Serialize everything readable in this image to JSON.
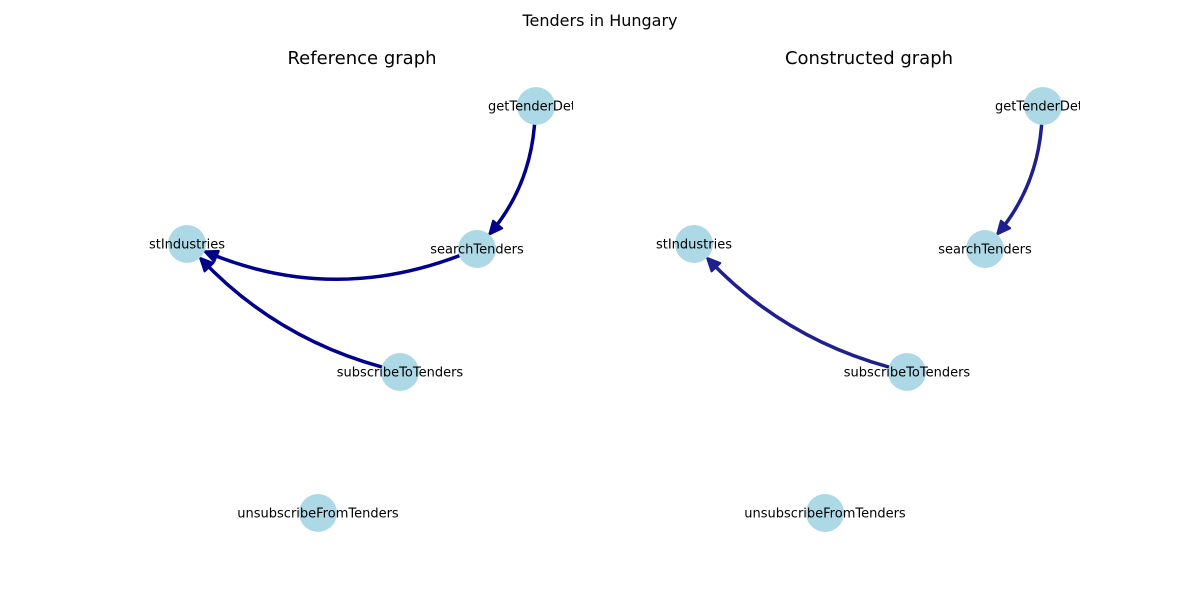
{
  "figure": {
    "title": "Tenders in Hungary"
  },
  "colors": {
    "node_fill": "#add8e6",
    "reference_edge": "#00008b",
    "constructed_edge": "#1f1f8f"
  },
  "panels": [
    {
      "title": "Reference graph",
      "nodes": [
        {
          "id": "getTenderDetails",
          "label": "getTenderDeta"
        },
        {
          "id": "listIndustries",
          "label": "stIndustries"
        },
        {
          "id": "searchTenders",
          "label": "searchTenders"
        },
        {
          "id": "subscribeToTenders",
          "label": "subscribeToTenders"
        },
        {
          "id": "unsubscribeFromTenders",
          "label": "unsubscribeFromTenders"
        }
      ],
      "edges": [
        {
          "from": "getTenderDetails",
          "to": "searchTenders"
        },
        {
          "from": "searchTenders",
          "to": "listIndustries"
        },
        {
          "from": "subscribeToTenders",
          "to": "listIndustries"
        }
      ]
    },
    {
      "title": "Constructed graph",
      "nodes": [
        {
          "id": "getTenderDetails",
          "label": "getTenderDeta"
        },
        {
          "id": "listIndustries",
          "label": "stIndustries"
        },
        {
          "id": "searchTenders",
          "label": "searchTenders"
        },
        {
          "id": "subscribeToTenders",
          "label": "subscribeToTenders"
        },
        {
          "id": "unsubscribeFromTenders",
          "label": "unsubscribeFromTenders"
        }
      ],
      "edges": [
        {
          "from": "getTenderDetails",
          "to": "searchTenders"
        },
        {
          "from": "subscribeToTenders",
          "to": "listIndustries"
        }
      ]
    }
  ]
}
